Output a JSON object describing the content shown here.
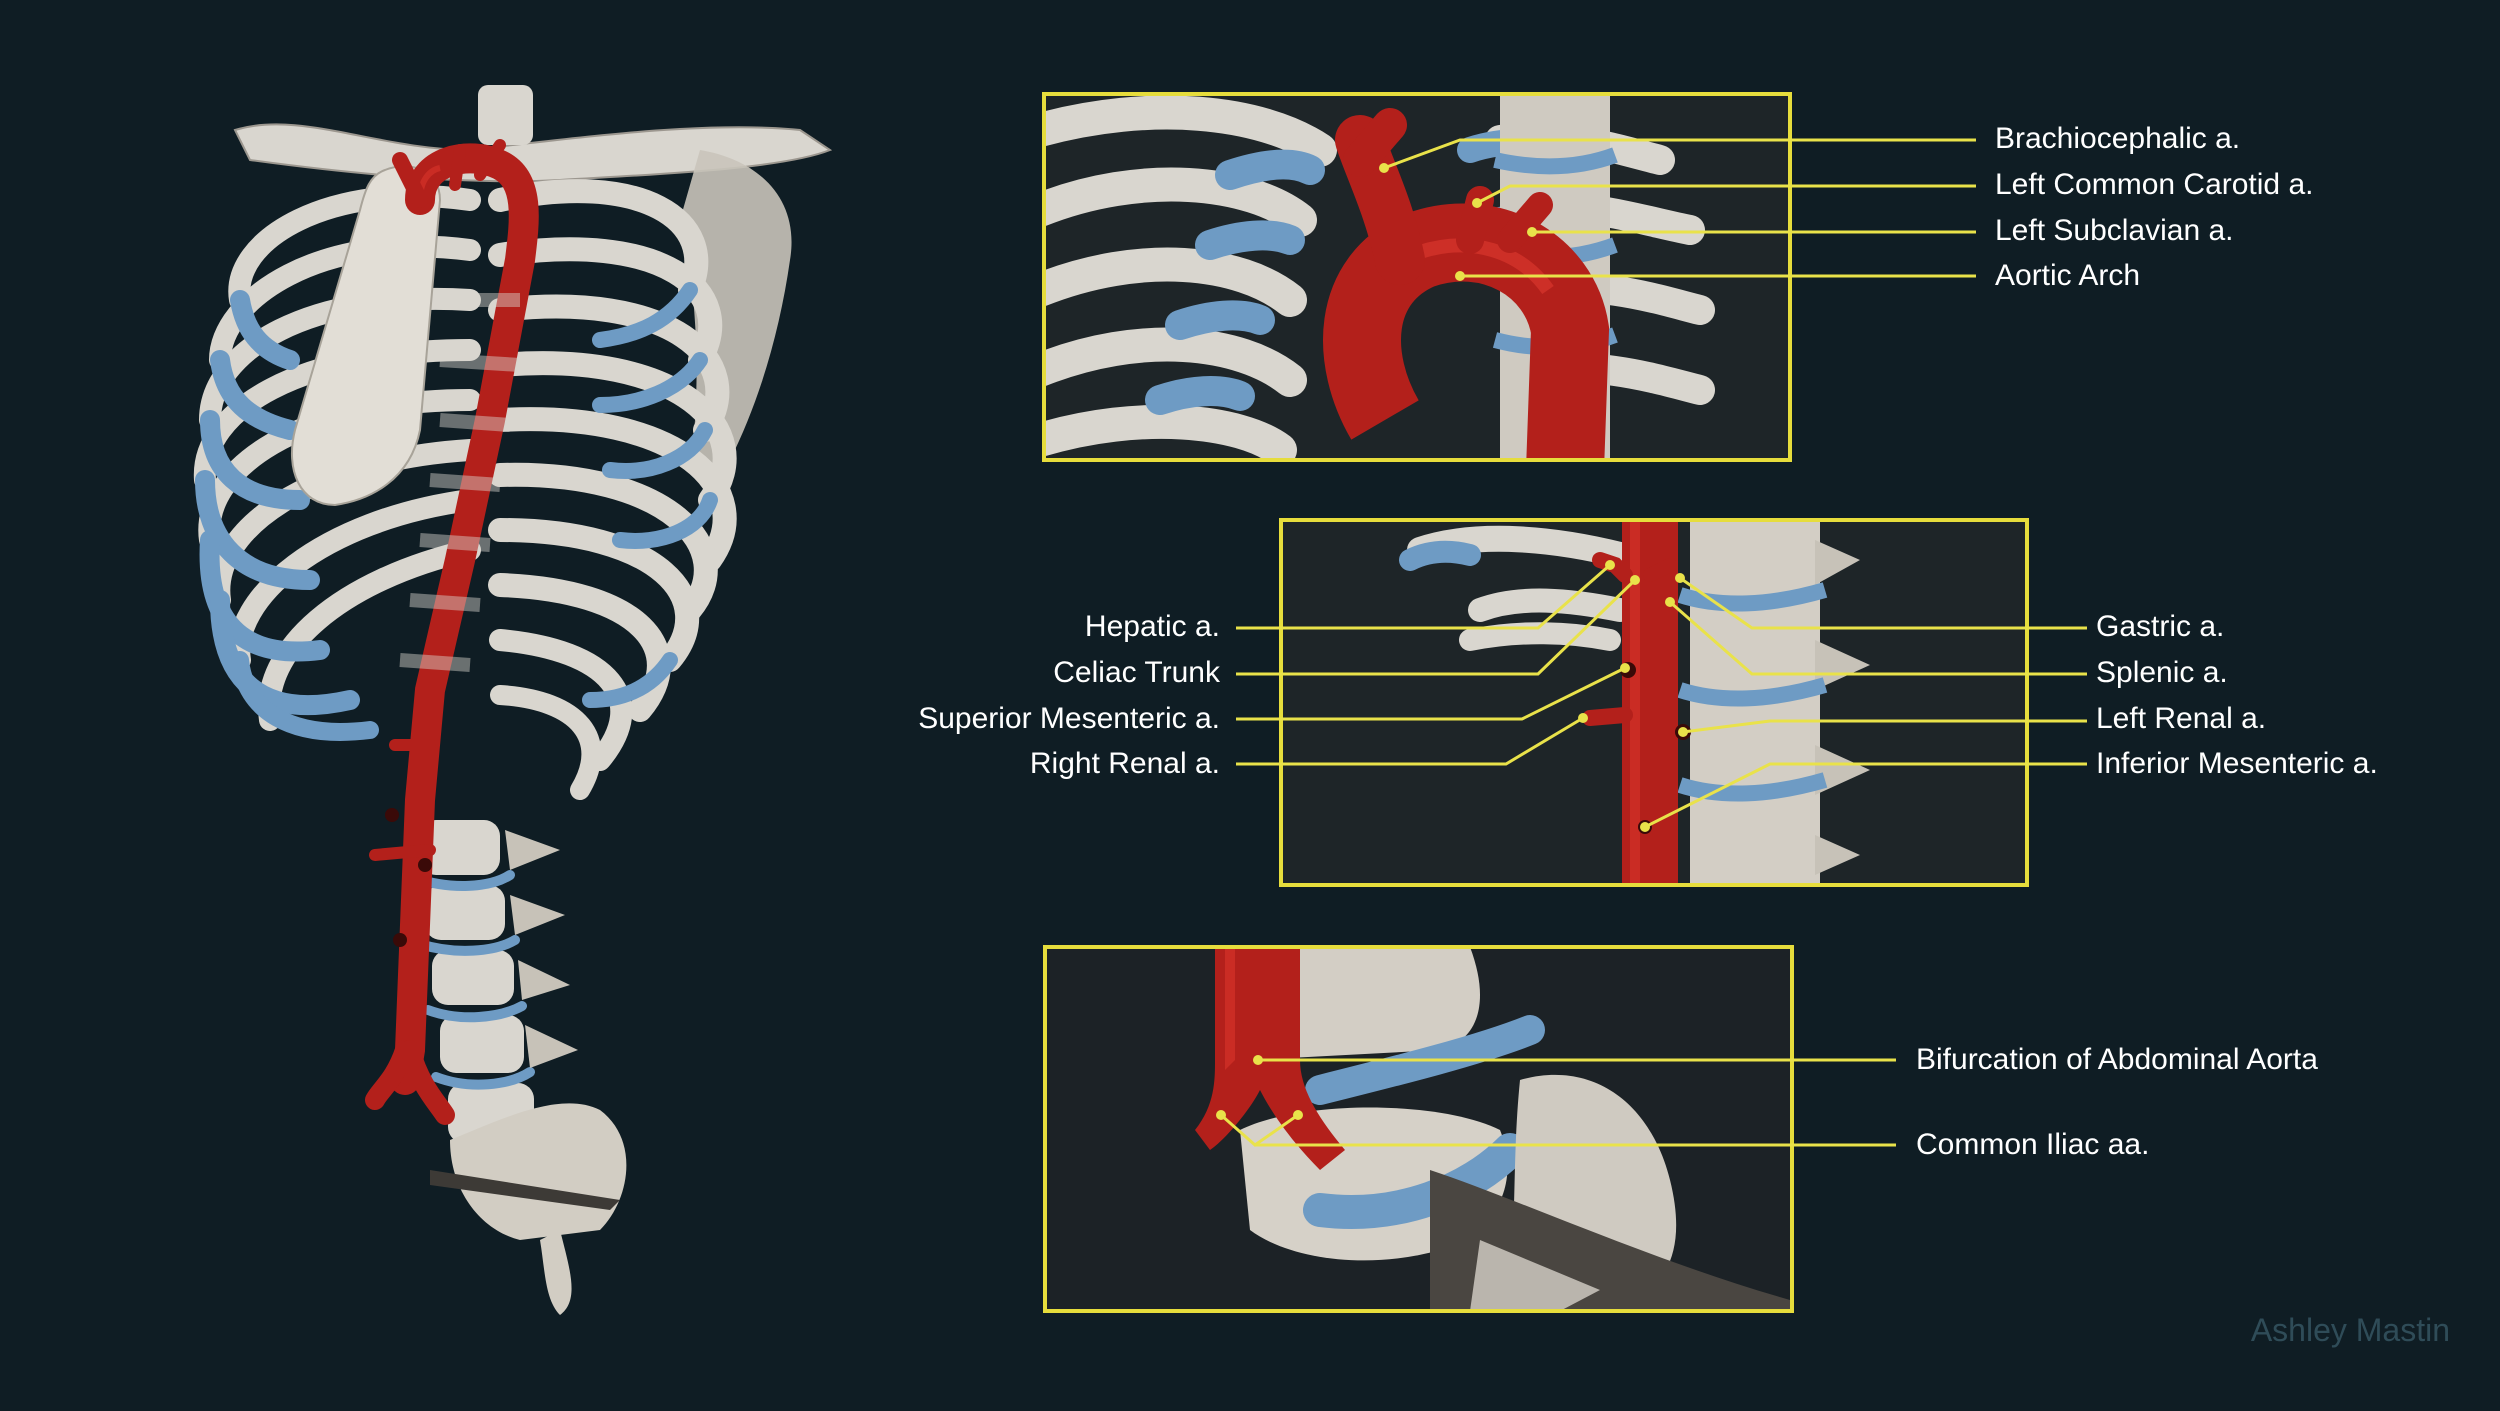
{
  "colors": {
    "background": "#0f1d24",
    "bone": "#d9d6cf",
    "bone_shadow": "#7d7870",
    "cartilage": "#6e9bc4",
    "artery": "#b3201b",
    "artery_highlight": "#d8362c",
    "leader": "#e9e24a",
    "frame": "#e6dd3c",
    "label": "#ffffff",
    "credit": "#2f4c58"
  },
  "panels": {
    "aortic_arch": {
      "labels": {
        "brachiocephalic": "Brachiocephalic a.",
        "left_common_carotid": "Left Common Carotid a.",
        "left_subclavian": "Left Subclavian a.",
        "aortic_arch": "Aortic Arch"
      }
    },
    "abdominal_branches": {
      "left_labels": {
        "hepatic": "Hepatic a.",
        "celiac_trunk": "Celiac Trunk",
        "superior_mesenteric": "Superior Mesenteric a.",
        "right_renal": "Right Renal a."
      },
      "right_labels": {
        "gastric": "Gastric a.",
        "splenic": "Splenic a.",
        "left_renal": "Left Renal a.",
        "inferior_mesenteric": "Inferior Mesenteric a."
      }
    },
    "bifurcation": {
      "labels": {
        "bifurcation": "Bifurcation of Abdominal Aorta",
        "common_iliac": "Common Iliac aa."
      }
    }
  },
  "credit": "Ashley Mastin"
}
